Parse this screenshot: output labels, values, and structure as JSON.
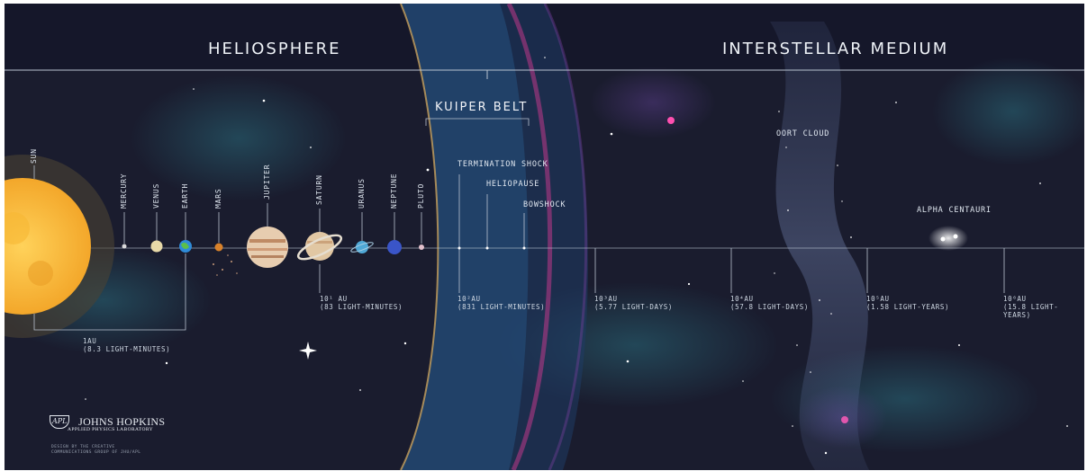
{
  "header": {
    "heliosphere": "HELIOSPHERE",
    "interstellar": "INTERSTELLAR MEDIUM"
  },
  "bodies": {
    "sun": "SUN",
    "mercury": "MERCURY",
    "venus": "VENUS",
    "earth": "EARTH",
    "mars": "MARS",
    "jupiter": "JUPITER",
    "saturn": "SATURN",
    "uranus": "URANUS",
    "neptune": "NEPTUNE",
    "pluto": "PLUTO"
  },
  "regions": {
    "kuiper_belt": "KUIPER BELT",
    "termination_shock": "TERMINATION SHOCK",
    "heliopause": "HELIOPAUSE",
    "bowshock": "BOWSHOCK",
    "oort_cloud": "OORT CLOUD",
    "alpha_centauri": "ALPHA CENTAURI"
  },
  "distances": [
    {
      "au": "1AU",
      "time": "(8.3 LIGHT-MINUTES)"
    },
    {
      "au": "10¹ AU",
      "time": "(83 LIGHT-MINUTES)"
    },
    {
      "au": "10²AU",
      "time": "(831 LIGHT-MINUTES)"
    },
    {
      "au": "10³AU",
      "time": "(5.77 LIGHT-DAYS)"
    },
    {
      "au": "10⁴AU",
      "time": "(57.8 LIGHT-DAYS)"
    },
    {
      "au": "10⁵AU",
      "time": "(1.58 LIGHT-YEARS)"
    },
    {
      "au": "10⁶AU",
      "time": "(15.8 LIGHT-YEARS)"
    }
  ],
  "logo": {
    "mark": "APL",
    "name": "JOHNS HOPKINS",
    "sub": "APPLIED PHYSICS LABORATORY"
  },
  "credit": {
    "line1": "DESIGN BY THE CREATIVE",
    "line2": "COMMUNICATIONS GROUP OF JHU/APL"
  },
  "colors": {
    "background": "#1a1c2e",
    "sun": "#f7b733",
    "heliosheath": "#2b5f8f",
    "bowshock": "#c0388a"
  }
}
